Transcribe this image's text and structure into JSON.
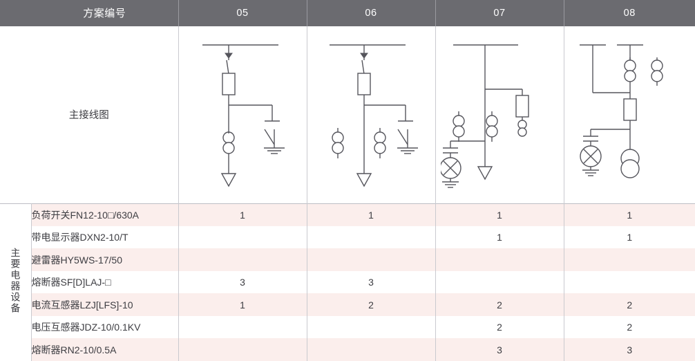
{
  "table": {
    "header": {
      "row_label_title": "方案编号",
      "columns": [
        "05",
        "06",
        "07",
        "08"
      ]
    },
    "diagram_row": {
      "label": "主接线图",
      "diagrams": [
        {
          "scheme": "05",
          "name": "load-switch-fuse-ct-feeder",
          "components": [
            "busbar",
            "load-switch",
            "fuse",
            "earthing-switch",
            "current-transformer",
            "cable-terminal"
          ]
        },
        {
          "scheme": "06",
          "name": "load-switch-fuse-dual-ct-feeder",
          "components": [
            "busbar",
            "load-switch",
            "fuse",
            "earthing-switch",
            "current-transformer",
            "current-transformer",
            "cable-terminal"
          ]
        },
        {
          "scheme": "07",
          "name": "vt-metering-with-fuse",
          "components": [
            "busbar",
            "fuse",
            "current-transformer",
            "current-transformer",
            "capacitor",
            "voltage-transformer",
            "cable-terminal"
          ]
        },
        {
          "scheme": "08",
          "name": "vt-metering-transformer",
          "components": [
            "busbar",
            "current-transformer",
            "current-transformer",
            "fuse",
            "capacitor",
            "voltage-transformer",
            "transformer"
          ]
        }
      ]
    },
    "section_label": "主要电器设备",
    "rows": [
      {
        "name": "负荷开关FN12-10□/630A",
        "values": [
          "1",
          "1",
          "1",
          "1"
        ]
      },
      {
        "name": "带电显示器DXN2-10/T",
        "values": [
          "",
          "",
          "1",
          "1"
        ]
      },
      {
        "name": "避雷器HY5WS-17/50",
        "values": [
          "",
          "",
          "",
          ""
        ]
      },
      {
        "name": "熔断器SF[D]LAJ-□",
        "values": [
          "3",
          "3",
          "",
          ""
        ]
      },
      {
        "name": "电流互感器LZJ[LFS]-10",
        "values": [
          "1",
          "2",
          "2",
          "2"
        ]
      },
      {
        "name": "电压互感器JDZ-10/0.1KV",
        "values": [
          "",
          "",
          "2",
          "2"
        ]
      },
      {
        "name": "熔断器RN2-10/0.5A",
        "values": [
          "",
          "",
          "3",
          "3"
        ]
      }
    ]
  },
  "colors": {
    "header_bg": "#6b6b70",
    "header_text": "#ffffff",
    "row_alt_bg": "#fbeeec",
    "row_bg": "#ffffff",
    "border": "#c9c9cf",
    "text": "#3d3d42",
    "diagram_stroke": "#55555c"
  }
}
